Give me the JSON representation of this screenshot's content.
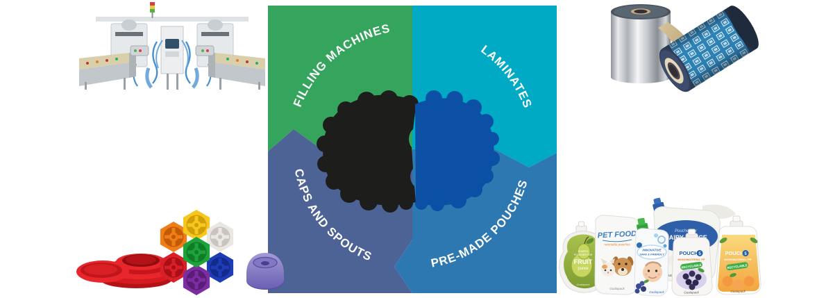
{
  "diagram": {
    "quadrants": [
      {
        "id": "filling-machines",
        "label": "FILLING MACHINES",
        "color": "#35a45c"
      },
      {
        "id": "laminates",
        "label": "LAMINATES",
        "color": "#00a9c4"
      },
      {
        "id": "caps-and-spouts",
        "label": "CAPS AND SPOUTS",
        "color": "#4d6295"
      },
      {
        "id": "pre-made-pouches",
        "label": "PRE-MADE POUCHES",
        "color": "#2e78b2"
      }
    ],
    "center_logo": {
      "alt": "Gualapack logo",
      "left_color": "#1d1d1b",
      "right_color": "#0b50a4"
    }
  },
  "photos": {
    "filling_machine": {
      "alt": "pouch filling machine"
    },
    "laminates": {
      "alt": "laminate film reels"
    },
    "caps_and_spouts": {
      "alt": "assorted caps and spouts"
    },
    "pouches": {
      "alt": "pre-made spouted pouches"
    }
  },
  "pouches": {
    "fruit": {
      "line1": "SHAPED",
      "line2": "POUCHES FOR",
      "title": "FRUIT",
      "subtitle": "puree",
      "brand": "Gualapack"
    },
    "pet_food": {
      "title": "PET FOOD",
      "subtitle": "retortable pouches",
      "brand": "Gualapack"
    },
    "baby": {
      "line1": "INNOVATIVE",
      "line2": "SAFE & FRIENDLY",
      "brand": "Gualapack"
    },
    "dairy": {
      "line1": "Pouches for",
      "line2": "DAIRY SAUCE",
      "brand": "Gualapack"
    },
    "pouch5_berry": {
      "title": "POUCH",
      "number": "5",
      "line1": "MONOMATERIAL PP",
      "badge": "RECYCLABLE",
      "brand": "Gualapack"
    },
    "pouch5_apricot": {
      "title": "POUCH",
      "number": "5",
      "line1": "MONOMATERIAL PP",
      "badge": "RECYCLABLE",
      "brand": "Gualapack"
    }
  }
}
